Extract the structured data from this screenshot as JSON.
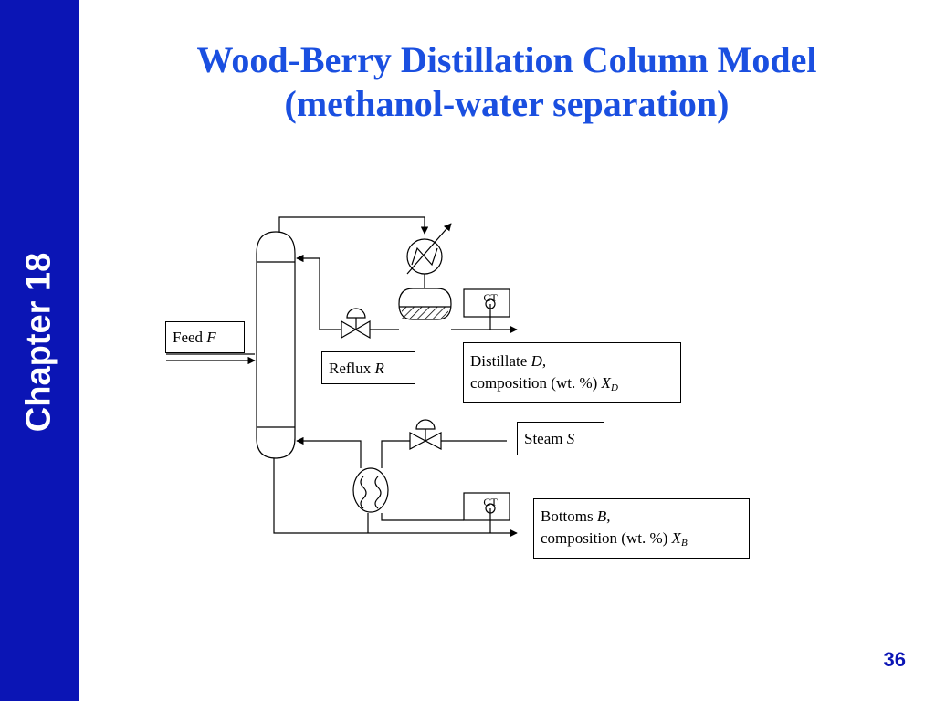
{
  "sidebar": {
    "chapter_label": "Chapter 18"
  },
  "title": {
    "line1": "Wood-Berry Distillation Column Model",
    "line2": "(methanol-water separation)"
  },
  "page_number": "36",
  "diagram": {
    "feed": {
      "label": "Feed",
      "symbol": "F"
    },
    "reflux": {
      "label": "Reflux",
      "symbol": "R"
    },
    "distillate": {
      "line1_label": "Distillate",
      "line1_symbol": "D,",
      "line2_label": "composition (wt. %)",
      "symbol": "X",
      "subscript": "D"
    },
    "steam": {
      "label": "Steam",
      "symbol": "S"
    },
    "bottoms": {
      "line1_label": "Bottoms",
      "line1_symbol": "B,",
      "line2_label": "composition (wt. %)",
      "symbol": "X",
      "subscript": "B"
    },
    "ct_top": "CT",
    "ct_bottom": "CT"
  },
  "colors": {
    "sidebar": "#0b15b5",
    "title": "#1a4fe0",
    "page_number": "#0b15b5"
  }
}
